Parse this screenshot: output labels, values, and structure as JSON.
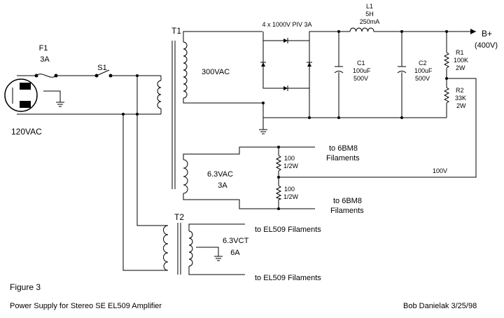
{
  "labels": {
    "fuse": "F1",
    "fuse_rating": "3A",
    "switch": "S1",
    "mains": "120VAC",
    "t1": "T1",
    "t1_hv": "300VAC",
    "t1_lv": "6.3VAC",
    "t1_lv_current": "3A",
    "t2": "T2",
    "t2_sec": "6.3VCT",
    "t2_current": "6A",
    "diodes": "4 x 1000V PIV 3A",
    "l1": "L1",
    "l1_value": "5H",
    "l1_current": "250mA",
    "c1": "C1",
    "c1_value": "100uF",
    "c1_voltage": "500V",
    "c2": "C2",
    "c2_value": "100uF",
    "c2_voltage": "500V",
    "r1": "R1",
    "r1_value": "100K",
    "r1_power": "2W",
    "r2": "R2",
    "r2_value": "33K",
    "r2_power": "2W",
    "bplus": "B+",
    "bplus_voltage": "(400V)",
    "fil_r_top": "100",
    "fil_r_top_power": "1/2W",
    "fil_r_bot": "100",
    "fil_r_bot_power": "1/2W",
    "to_6bm8_top_1": "to 6BM8",
    "to_6bm8_top_2": "Filaments",
    "to_6bm8_bot_1": "to 6BM8",
    "to_6bm8_bot_2": "Filaments",
    "bias_100v": "100V",
    "to_el509_top": "to EL509 Filaments",
    "to_el509_bot": "to EL509 Filaments"
  },
  "caption": {
    "figure": "Figure 3",
    "title": "Power Supply for Stereo SE EL509 Amplifier",
    "author_date": "Bob Danielak  3/25/98"
  }
}
